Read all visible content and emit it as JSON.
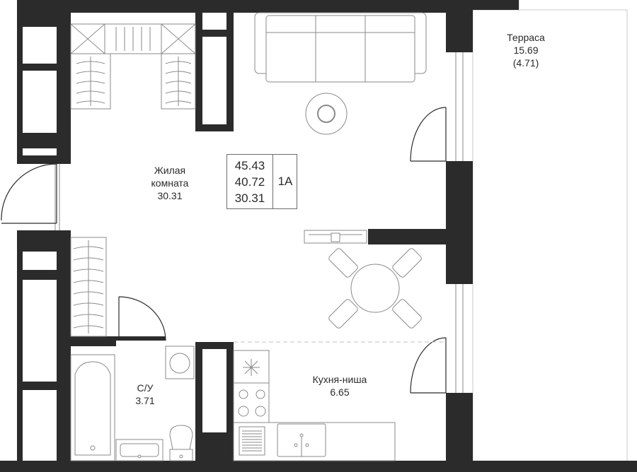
{
  "rooms": {
    "terrace": {
      "name": "Терраса",
      "area": "15.69",
      "coef_area": "(4.71)"
    },
    "living": {
      "name_line1": "Жилая",
      "name_line2": "комната",
      "area": "30.31"
    },
    "bathroom": {
      "name": "С/У",
      "area": "3.71"
    },
    "kitchen": {
      "name": "Кухня-ниша",
      "area": "6.65"
    }
  },
  "summary": {
    "total_area": "45.43",
    "living_area_total": "40.72",
    "living_area": "30.31",
    "apartment_type": "1А"
  },
  "colors": {
    "wall": "#2b2b2b",
    "furniture_line": "#8a8a8a",
    "background": "#ffffff"
  }
}
